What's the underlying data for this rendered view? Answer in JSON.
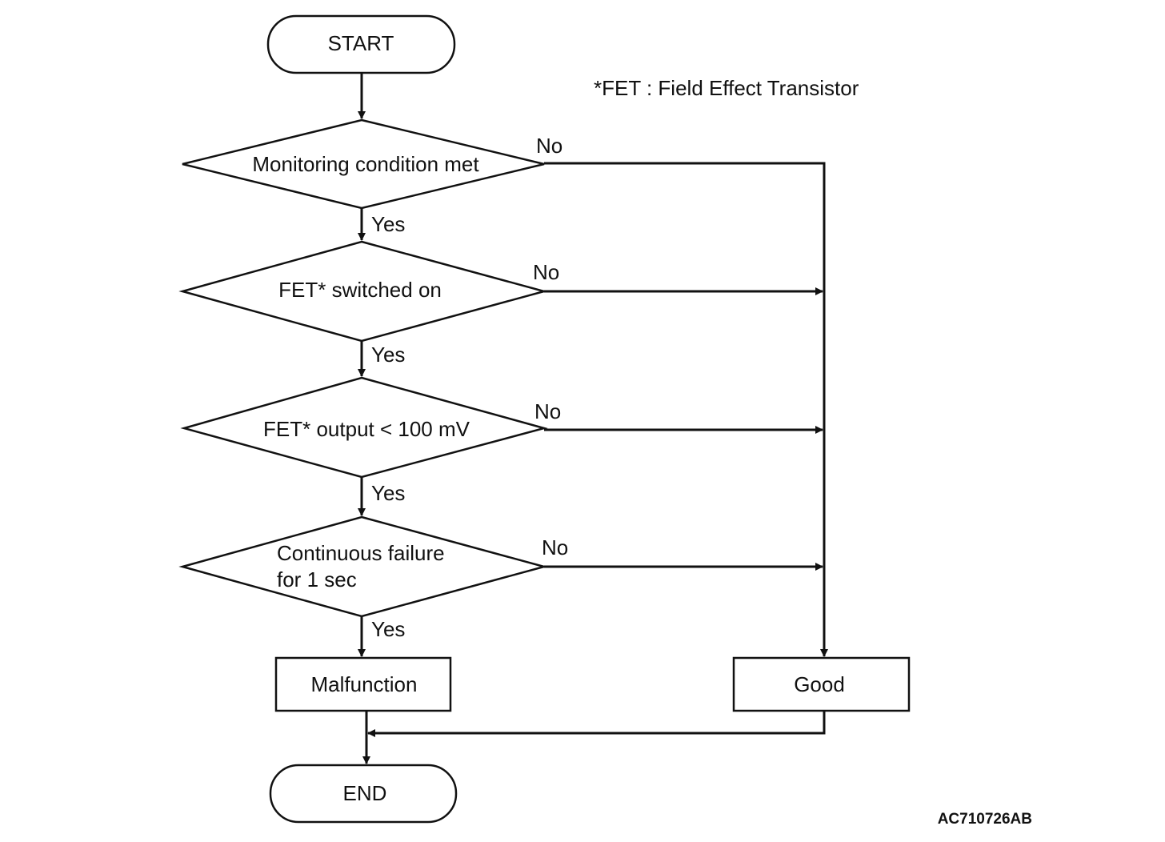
{
  "diagram": {
    "start_label": "START",
    "end_label": "END",
    "footnote": "*FET : Field Effect Transistor",
    "decisions": [
      {
        "text_lines": [
          "Monitoring condition met"
        ],
        "yes_label": "Yes",
        "no_label": "No"
      },
      {
        "text_lines": [
          "FET* switched on"
        ],
        "yes_label": "Yes",
        "no_label": "No"
      },
      {
        "text_lines": [
          "FET* output < 100 mV"
        ],
        "yes_label": "Yes",
        "no_label": "No"
      },
      {
        "text_lines": [
          "Continuous failure",
          "for 1 sec"
        ],
        "yes_label": "Yes",
        "no_label": "No"
      }
    ],
    "malfunction_label": "Malfunction",
    "good_label": "Good",
    "figure_code": "AC710726AB"
  }
}
